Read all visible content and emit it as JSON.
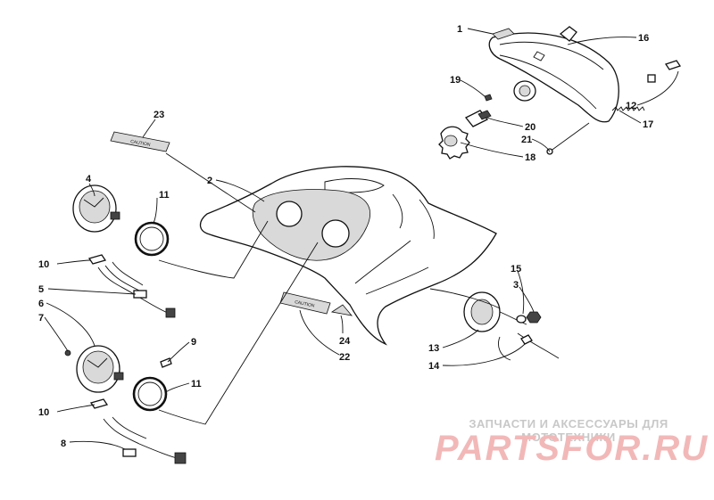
{
  "callouts": [
    "1",
    "2",
    "3",
    "4",
    "5",
    "6",
    "7",
    "8",
    "9",
    "10",
    "10",
    "11",
    "11",
    "12",
    "13",
    "14",
    "15",
    "16",
    "17",
    "18",
    "19",
    "20",
    "21",
    "22",
    "23",
    "24"
  ],
  "decals": {
    "caution_a": "CAUTION",
    "caution_b": "CAUTION"
  },
  "watermark": {
    "tagline": "ЗАПЧАСТИ И АКСЕССУАРЫ ДЛЯ МОТОТЕХНИКИ",
    "brand": "PARTSFOR.RU"
  }
}
